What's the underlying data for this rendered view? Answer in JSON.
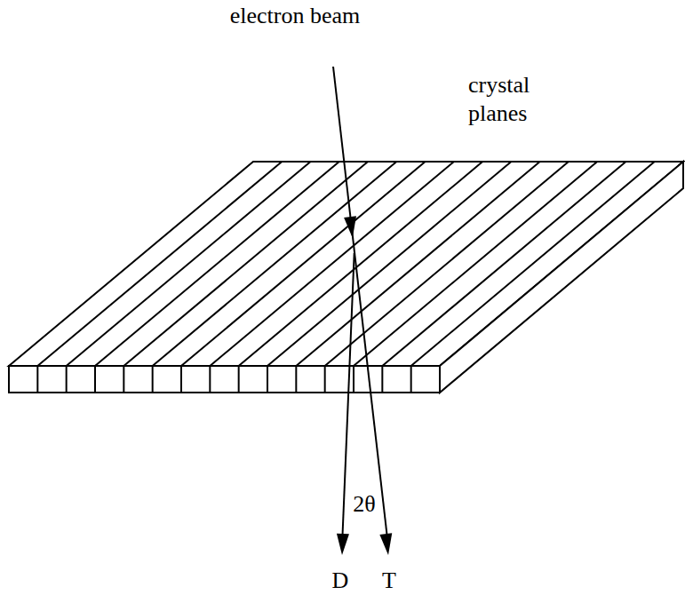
{
  "diagram": {
    "labels": [
      "electron beam",
      "crystal planes",
      "2θ",
      "D",
      "T"
    ]
  }
}
